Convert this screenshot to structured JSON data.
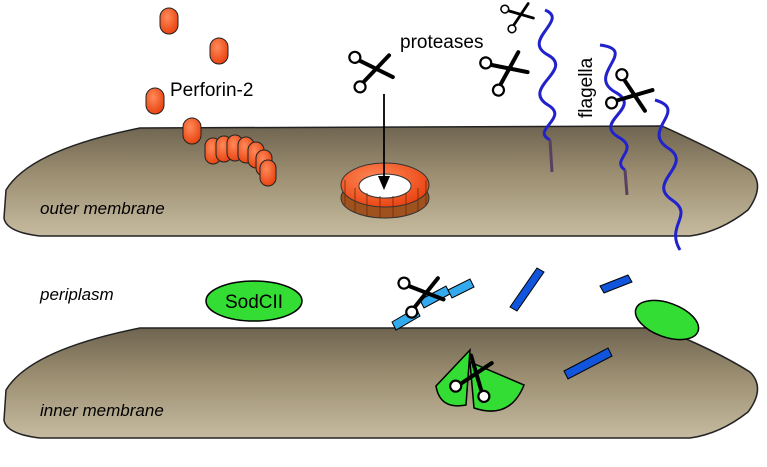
{
  "labels": {
    "perforin": "Perforin-2",
    "proteases": "proteases",
    "flagella": "flagella",
    "outer_membrane": "outer membrane",
    "periplasm": "periplasm",
    "sodcii": "SodCII",
    "inner_membrane": "inner membrane"
  },
  "colors": {
    "membrane_fill": "#8a7d62",
    "membrane_light": "#b3a78c",
    "perforin_orange": "#f2501a",
    "pore_brown": "#a0521e",
    "flagella_blue": "#2222cc",
    "flagella_base": "#5a4060",
    "sodcii_green": "#33dd33",
    "fragment_light_blue": "#33aaee",
    "fragment_dark_blue": "#1155dd",
    "scissors": "#000000"
  },
  "icons": [
    "scissors-icon"
  ]
}
